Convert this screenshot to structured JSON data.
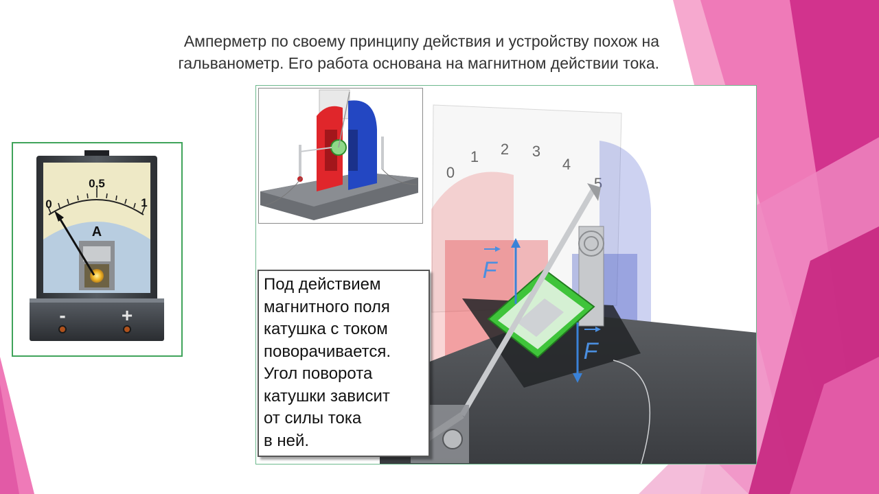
{
  "caption": {
    "line1": "Амперметр по своему принципу действия и устройству похож на",
    "line2": "гальванометр. Его работа основана на магнитном действии тока."
  },
  "ammeter": {
    "scale_zero": "0",
    "scale_mid": "0,5",
    "scale_max": "1",
    "unit_label": "A",
    "minus_label": "-",
    "plus_label": "+"
  },
  "galvanometer": {
    "scale_labels": [
      "0",
      "1",
      "2",
      "3",
      "4",
      "5"
    ],
    "force_label_1": "F",
    "force_label_2": "F"
  },
  "info_box": {
    "lines": [
      "Под действием",
      "магнитного поля",
      "катушка с током",
      "поворачивается.",
      "Угол поворота",
      "катушки зависит",
      "от силы тока",
      "в ней."
    ]
  },
  "colors": {
    "accent_pink": "#e25aa6",
    "accent_magenta": "#c7267f",
    "frame_green": "#3fa35a",
    "magnet_red": "#e0262b",
    "magnet_blue": "#2347c2",
    "coil_green": "#3fc43a",
    "force_arrow_blue": "#3a82d8"
  }
}
